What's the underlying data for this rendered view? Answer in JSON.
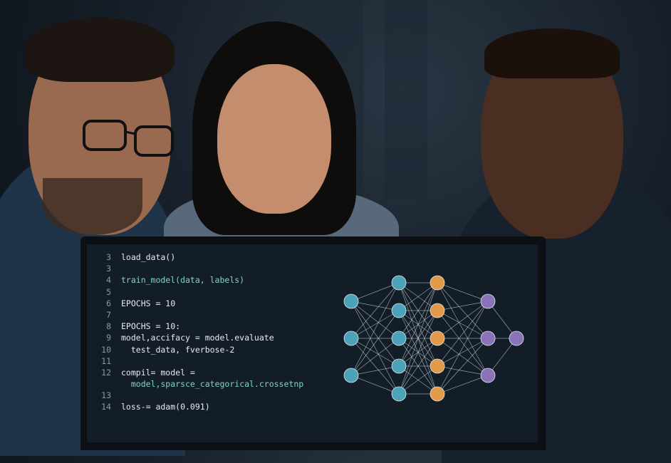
{
  "code_lines": [
    {
      "num": "3",
      "text": "load_data()",
      "cls": ""
    },
    {
      "num": "3",
      "text": "",
      "cls": ""
    },
    {
      "num": "4",
      "text": "train_model(data, labels)",
      "cls": "teal"
    },
    {
      "num": "5",
      "text": "",
      "cls": ""
    },
    {
      "num": "6",
      "text": "EPOCHS = 10",
      "cls": ""
    },
    {
      "num": "7",
      "text": "",
      "cls": ""
    },
    {
      "num": "8",
      "text": "EPOCHS = 10:",
      "cls": ""
    },
    {
      "num": "9",
      "text": "model,accifacy = model.evaluate",
      "cls": ""
    },
    {
      "num": "10",
      "text": "  test_data, fverbose-2",
      "cls": ""
    },
    {
      "num": "11",
      "text": "",
      "cls": ""
    },
    {
      "num": "12",
      "text": "compil= model =",
      "cls": ""
    },
    {
      "num": "",
      "text": "  model,sparsce_categorical.crossetnp",
      "cls": "teal"
    },
    {
      "num": "13",
      "text": "",
      "cls": ""
    },
    {
      "num": "14",
      "text": "loss-= adam(0.091)",
      "cls": ""
    }
  ],
  "network": {
    "layers": [
      3,
      5,
      5,
      3,
      1
    ],
    "colors": [
      "#4aa3b8",
      "#4aa3b8",
      "#e3994a",
      "#8a73b8",
      "#8a73b8"
    ]
  }
}
